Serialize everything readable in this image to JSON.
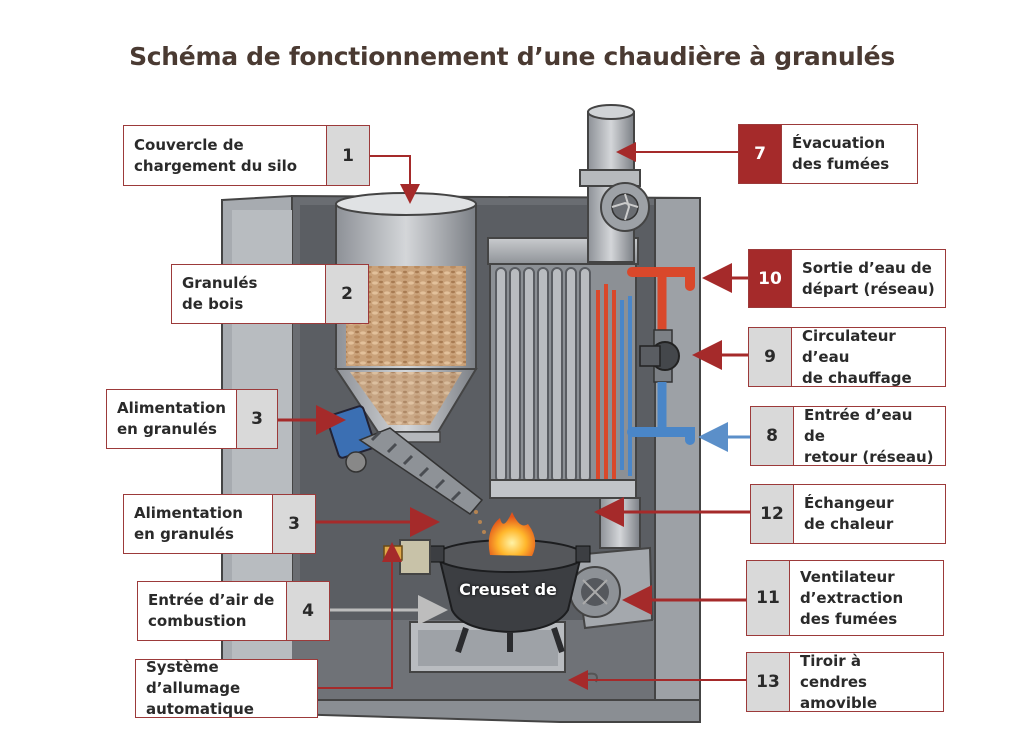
{
  "title": "Schéma de fonctionnement d’une chaudière à granulés",
  "crucible_label": "Creuset de",
  "callouts": [
    {
      "id": "couvercle",
      "num": "1",
      "text": "Couvercle de\nchargement du silo",
      "side": "left"
    },
    {
      "id": "granules",
      "num": "2",
      "text": "Granulés\nde bois",
      "side": "left"
    },
    {
      "id": "alimentation-a",
      "num": "3",
      "text": "Alimentation\nen granulés",
      "side": "left"
    },
    {
      "id": "alimentation-b",
      "num": "3",
      "text": "Alimentation\nen granulés",
      "side": "left"
    },
    {
      "id": "air",
      "num": "4",
      "text": "Entrée d’air de\ncombustion",
      "side": "left"
    },
    {
      "id": "allumage",
      "num": "",
      "text": "Système d’allumage\nautomatique",
      "side": "left"
    },
    {
      "id": "evacuation",
      "num": "7",
      "text": "Évacuation\ndes fumées",
      "side": "right"
    },
    {
      "id": "sortie",
      "num": "10",
      "text": "Sortie d’eau de\ndépart (réseau)",
      "side": "right"
    },
    {
      "id": "circulateur",
      "num": "9",
      "text": "Circulateur d’eau\nde chauffage",
      "side": "right"
    },
    {
      "id": "retour",
      "num": "8",
      "text": "Entrée d’eau de\nretour (réseau)",
      "side": "right"
    },
    {
      "id": "echangeur",
      "num": "12",
      "text": "Échangeur\nde chaleur",
      "side": "right"
    },
    {
      "id": "ventilateur",
      "num": "11",
      "text": "Ventilateur\nd’extraction\ndes fumées",
      "side": "right"
    },
    {
      "id": "tiroir",
      "num": "13",
      "text": "Tiroir à cendres\namovible",
      "side": "right"
    }
  ],
  "colors": {
    "accent_red": "#a52a2a",
    "hot_pipe": "#d9482b",
    "cold_pipe": "#4a86c8",
    "cold_arrow": "#5b8fc9",
    "air_arrow": "#bdbdbd",
    "pellets": "#c9a27a",
    "flame": "#f6a21d"
  }
}
